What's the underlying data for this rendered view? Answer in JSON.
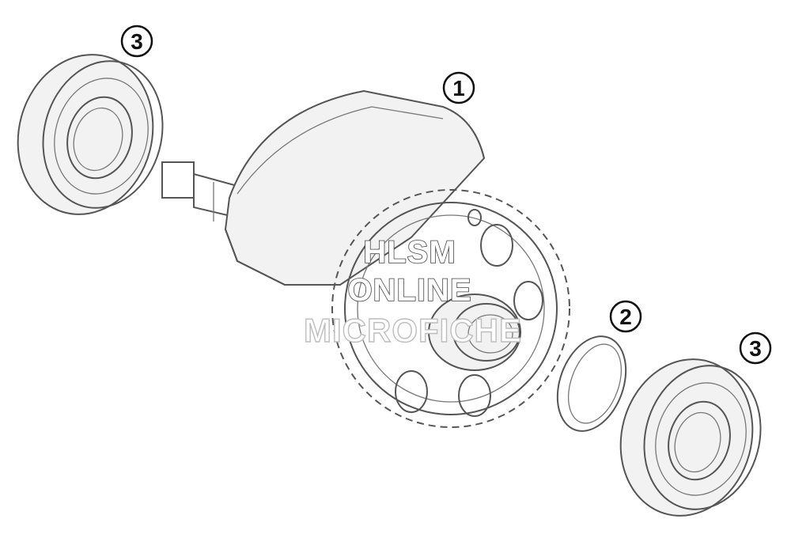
{
  "callouts": {
    "part1": "1",
    "part2": "2",
    "part3_left": "3",
    "part3_right": "3"
  },
  "watermark": {
    "line1": "HLSM",
    "line2": "ONLINE",
    "line3": "MICROFICHE"
  }
}
